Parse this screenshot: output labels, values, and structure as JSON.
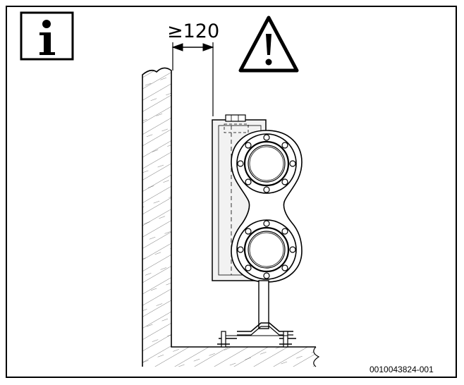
{
  "dimension": {
    "label": "≥120"
  },
  "info_icon": {
    "glyph": "i",
    "icon": "info-icon"
  },
  "warning_icon": {
    "glyph": "!",
    "icon": "warning-triangle-icon"
  },
  "figure_code": "0010043824-001",
  "colors": {
    "line": "#000000",
    "fill": "#ffffff",
    "unit_shade": "#e8e8e8"
  }
}
